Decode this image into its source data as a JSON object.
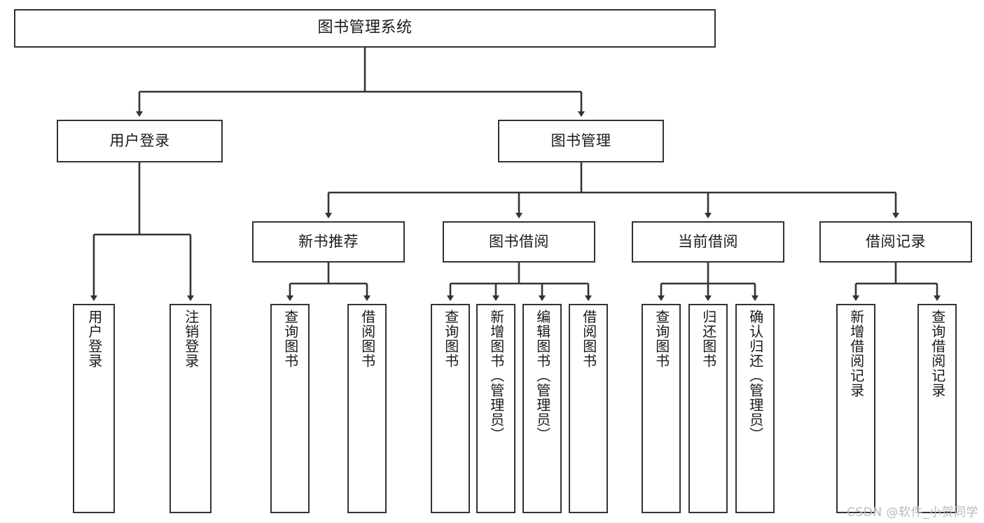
{
  "diagram": {
    "title": "图书管理系统",
    "style": {
      "box_border_color": "#333333",
      "box_fill_color": "#ffffff",
      "line_color": "#333333",
      "text_color": "#1a1a1a",
      "background": "#ffffff",
      "watermark_color": "#b9b9b9"
    },
    "root": {
      "label": "图书管理系统"
    },
    "level2": [
      {
        "id": "user-login",
        "label": "用户登录"
      },
      {
        "id": "book-management",
        "label": "图书管理"
      }
    ],
    "level3": [
      {
        "id": "new-book-recommend",
        "label": "新书推荐"
      },
      {
        "id": "book-borrow",
        "label": "图书借阅"
      },
      {
        "id": "current-borrow",
        "label": "当前借阅"
      },
      {
        "id": "borrow-record",
        "label": "借阅记录"
      }
    ],
    "leaves": {
      "user_login": [
        {
          "id": "leaf-user-login",
          "label": "用户登录"
        },
        {
          "id": "leaf-logout",
          "label": "注销登录"
        }
      ],
      "new_book_recommend": [
        {
          "id": "leaf-query-book-1",
          "label": "查询图书"
        },
        {
          "id": "leaf-borrow-book-1",
          "label": "借阅图书"
        }
      ],
      "book_borrow": [
        {
          "id": "leaf-query-book-2",
          "label": "查询图书"
        },
        {
          "id": "leaf-add-book",
          "label": "新增图书（管理员）"
        },
        {
          "id": "leaf-edit-book",
          "label": "编辑图书（管理员）"
        },
        {
          "id": "leaf-borrow-book-2",
          "label": "借阅图书"
        }
      ],
      "current_borrow": [
        {
          "id": "leaf-query-book-3",
          "label": "查询图书"
        },
        {
          "id": "leaf-return-book",
          "label": "归还图书"
        },
        {
          "id": "leaf-confirm-return",
          "label": "确认归还（管理员）"
        }
      ],
      "borrow_record": [
        {
          "id": "leaf-add-record",
          "label": "新增借阅记录"
        },
        {
          "id": "leaf-query-record",
          "label": "查询借阅记录"
        }
      ]
    }
  },
  "watermark": {
    "text": "CSDN @软件_小贺同学"
  }
}
